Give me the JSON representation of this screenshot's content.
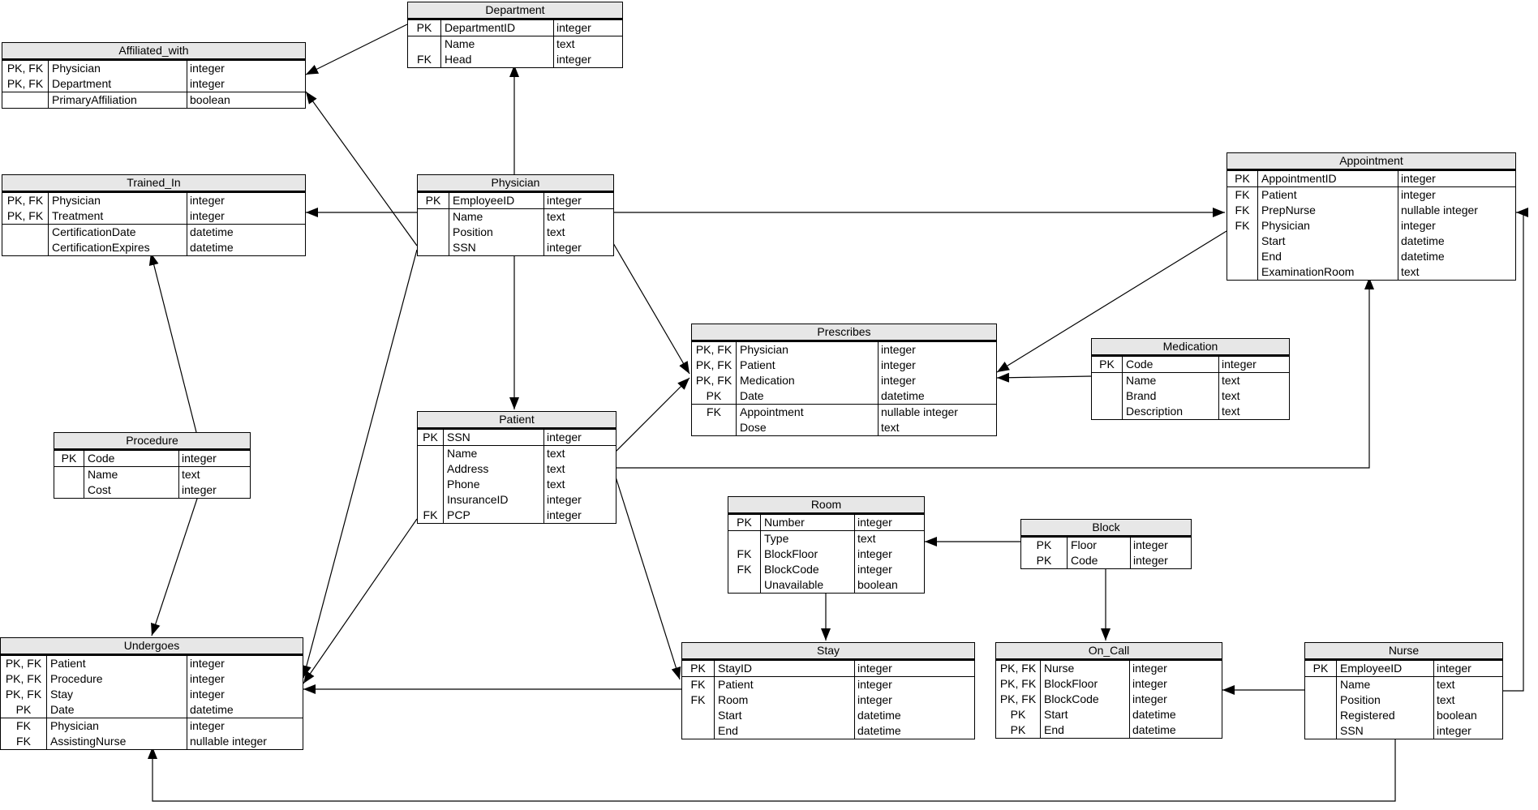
{
  "diagram": {
    "kind": "entity-relationship-schema",
    "colors": {
      "table_header_fill": "#e7e7e7",
      "line_color": "#000000",
      "background": "#ffffff"
    }
  },
  "entities": [
    {
      "title": "Affiliated_with",
      "key_rows": 2,
      "rows": [
        {
          "key": "PK, FK",
          "field": "Physician",
          "type": "integer"
        },
        {
          "key": "PK, FK",
          "field": "Department",
          "type": "integer"
        },
        {
          "key": "",
          "field": "PrimaryAffiliation",
          "type": "boolean"
        }
      ]
    },
    {
      "title": "Trained_In",
      "key_rows": 2,
      "rows": [
        {
          "key": "PK, FK",
          "field": "Physician",
          "type": "integer"
        },
        {
          "key": "PK, FK",
          "field": "Treatment",
          "type": "integer"
        },
        {
          "key": "",
          "field": "CertificationDate",
          "type": "datetime"
        },
        {
          "key": "",
          "field": "CertificationExpires",
          "type": "datetime"
        }
      ]
    },
    {
      "title": "Department",
      "key_rows": 1,
      "rows": [
        {
          "key": "PK",
          "field": "DepartmentID",
          "type": "integer"
        },
        {
          "key": "",
          "field": "Name",
          "type": "text"
        },
        {
          "key": "FK",
          "field": "Head",
          "type": "integer"
        }
      ]
    },
    {
      "title": "Physician",
      "key_rows": 1,
      "rows": [
        {
          "key": "PK",
          "field": "EmployeeID",
          "type": "integer"
        },
        {
          "key": "",
          "field": "Name",
          "type": "text"
        },
        {
          "key": "",
          "field": "Position",
          "type": "text"
        },
        {
          "key": "",
          "field": "SSN",
          "type": "integer"
        }
      ]
    },
    {
      "title": "Appointment",
      "key_rows": 1,
      "rows": [
        {
          "key": "PK",
          "field": "AppointmentID",
          "type": "integer"
        },
        {
          "key": "FK",
          "field": "Patient",
          "type": "integer"
        },
        {
          "key": "FK",
          "field": "PrepNurse",
          "type": "nullable integer"
        },
        {
          "key": "FK",
          "field": "Physician",
          "type": "integer"
        },
        {
          "key": "",
          "field": "Start",
          "type": "datetime"
        },
        {
          "key": "",
          "field": "End",
          "type": "datetime"
        },
        {
          "key": "",
          "field": "ExaminationRoom",
          "type": "text"
        }
      ]
    },
    {
      "title": "Prescribes",
      "key_rows": 4,
      "rows": [
        {
          "key": "PK, FK",
          "field": "Physician",
          "type": "integer"
        },
        {
          "key": "PK, FK",
          "field": "Patient",
          "type": "integer"
        },
        {
          "key": "PK, FK",
          "field": "Medication",
          "type": "integer"
        },
        {
          "key": "PK",
          "field": "Date",
          "type": "datetime"
        },
        {
          "key": "FK",
          "field": "Appointment",
          "type": "nullable integer"
        },
        {
          "key": "",
          "field": "Dose",
          "type": "text"
        }
      ]
    },
    {
      "title": "Medication",
      "key_rows": 1,
      "rows": [
        {
          "key": "PK",
          "field": "Code",
          "type": "integer"
        },
        {
          "key": "",
          "field": "Name",
          "type": "text"
        },
        {
          "key": "",
          "field": "Brand",
          "type": "text"
        },
        {
          "key": "",
          "field": "Description",
          "type": "text"
        }
      ]
    },
    {
      "title": "Patient",
      "key_rows": 1,
      "rows": [
        {
          "key": "PK",
          "field": "SSN",
          "type": "integer"
        },
        {
          "key": "",
          "field": "Name",
          "type": "text"
        },
        {
          "key": "",
          "field": "Address",
          "type": "text"
        },
        {
          "key": "",
          "field": "Phone",
          "type": "text"
        },
        {
          "key": "",
          "field": "InsuranceID",
          "type": "integer"
        },
        {
          "key": "FK",
          "field": "PCP",
          "type": "integer"
        }
      ]
    },
    {
      "title": "Procedure",
      "key_rows": 1,
      "rows": [
        {
          "key": "PK",
          "field": "Code",
          "type": "integer"
        },
        {
          "key": "",
          "field": "Name",
          "type": "text"
        },
        {
          "key": "",
          "field": "Cost",
          "type": "integer"
        }
      ]
    },
    {
      "title": "Room",
      "key_rows": 1,
      "rows": [
        {
          "key": "PK",
          "field": "Number",
          "type": "integer"
        },
        {
          "key": "",
          "field": "Type",
          "type": "text"
        },
        {
          "key": "FK",
          "field": "BlockFloor",
          "type": "integer"
        },
        {
          "key": "FK",
          "field": "BlockCode",
          "type": "integer"
        },
        {
          "key": "",
          "field": "Unavailable",
          "type": "boolean"
        }
      ]
    },
    {
      "title": "Block",
      "key_rows": 0,
      "rows": [
        {
          "key": "PK",
          "field": "Floor",
          "type": "integer"
        },
        {
          "key": "PK",
          "field": "Code",
          "type": "integer"
        }
      ]
    },
    {
      "title": "Undergoes",
      "key_rows": 4,
      "rows": [
        {
          "key": "PK, FK",
          "field": "Patient",
          "type": "integer"
        },
        {
          "key": "PK, FK",
          "field": "Procedure",
          "type": "integer"
        },
        {
          "key": "PK, FK",
          "field": "Stay",
          "type": "integer"
        },
        {
          "key": "PK",
          "field": "Date",
          "type": "datetime"
        },
        {
          "key": "FK",
          "field": "Physician",
          "type": "integer"
        },
        {
          "key": "FK",
          "field": "AssistingNurse",
          "type": "nullable integer"
        }
      ]
    },
    {
      "title": "Stay",
      "key_rows": 1,
      "rows": [
        {
          "key": "PK",
          "field": "StayID",
          "type": "integer"
        },
        {
          "key": "FK",
          "field": "Patient",
          "type": "integer"
        },
        {
          "key": "FK",
          "field": "Room",
          "type": "integer"
        },
        {
          "key": "",
          "field": "Start",
          "type": "datetime"
        },
        {
          "key": "",
          "field": "End",
          "type": "datetime"
        }
      ]
    },
    {
      "title": "On_Call",
      "key_rows": 0,
      "rows": [
        {
          "key": "PK, FK",
          "field": "Nurse",
          "type": "integer"
        },
        {
          "key": "PK, FK",
          "field": "BlockFloor",
          "type": "integer"
        },
        {
          "key": "PK, FK",
          "field": "BlockCode",
          "type": "integer"
        },
        {
          "key": "PK",
          "field": "Start",
          "type": "datetime"
        },
        {
          "key": "PK",
          "field": "End",
          "type": "datetime"
        }
      ]
    },
    {
      "title": "Nurse",
      "key_rows": 1,
      "rows": [
        {
          "key": "PK",
          "field": "EmployeeID",
          "type": "integer"
        },
        {
          "key": "",
          "field": "Name",
          "type": "text"
        },
        {
          "key": "",
          "field": "Position",
          "type": "text"
        },
        {
          "key": "",
          "field": "Registered",
          "type": "boolean"
        },
        {
          "key": "",
          "field": "SSN",
          "type": "integer"
        }
      ]
    }
  ],
  "relationships": [
    {
      "from": "Department",
      "to": "Affiliated_with"
    },
    {
      "from": "Physician",
      "to": "Affiliated_with"
    },
    {
      "from": "Physician",
      "to": "Department"
    },
    {
      "from": "Physician",
      "to": "Trained_In"
    },
    {
      "from": "Procedure",
      "to": "Trained_In"
    },
    {
      "from": "Procedure",
      "to": "Undergoes"
    },
    {
      "from": "Physician",
      "to": "Appointment"
    },
    {
      "from": "Physician",
      "to": "Prescribes"
    },
    {
      "from": "Patient",
      "to": "Prescribes"
    },
    {
      "from": "Physician",
      "to": "Patient"
    },
    {
      "from": "Physician",
      "to": "Undergoes"
    },
    {
      "from": "Patient",
      "to": "Undergoes"
    },
    {
      "from": "Patient",
      "to": "Stay"
    },
    {
      "from": "Stay",
      "to": "Undergoes"
    },
    {
      "from": "Room",
      "to": "Stay"
    },
    {
      "from": "Block",
      "to": "Room"
    },
    {
      "from": "Block",
      "to": "On_Call"
    },
    {
      "from": "Nurse",
      "to": "On_Call"
    },
    {
      "from": "Medication",
      "to": "Prescribes"
    },
    {
      "from": "Appointment",
      "to": "Prescribes"
    },
    {
      "from": "Patient",
      "to": "Appointment"
    },
    {
      "from": "Nurse",
      "to": "Appointment"
    },
    {
      "from": "Nurse",
      "to": "Undergoes"
    }
  ]
}
